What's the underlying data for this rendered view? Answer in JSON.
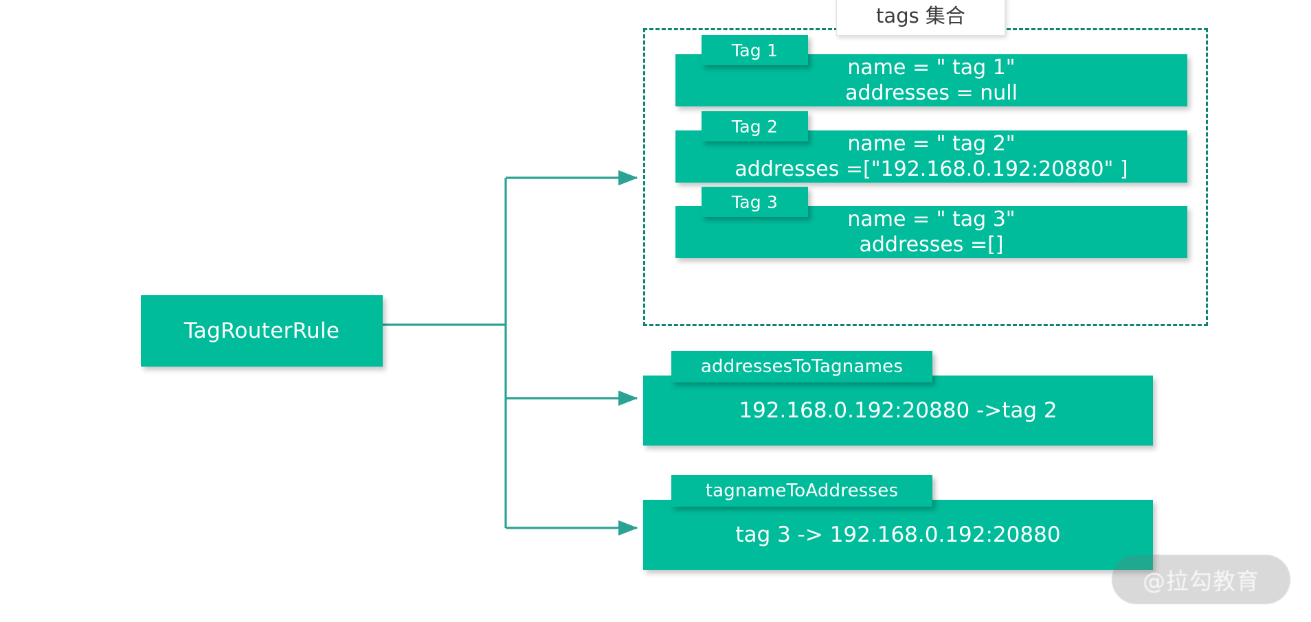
{
  "diagram": {
    "title_block": {
      "label": "TagRouterRule"
    },
    "tags_group": {
      "label": "tags 集合",
      "tags": [
        {
          "tab": "Tag 1",
          "lines": [
            "name = \" tag 1\"",
            "addresses = null"
          ]
        },
        {
          "tab": "Tag 2",
          "lines": [
            "name = \" tag 2\"",
            "addresses =[\"192.168.0.192:20880\" ]"
          ]
        },
        {
          "tab": "Tag 3",
          "lines": [
            "name = \" tag 3\"",
            "addresses =[]"
          ]
        }
      ]
    },
    "maps": [
      {
        "tab": "addressesToTagnames",
        "value": "192.168.0.192:20880 ->tag 2"
      },
      {
        "tab": "tagnameToAddresses",
        "value": "tag 3 -> 192.168.0.192:20880"
      }
    ],
    "watermark": "@拉勾教育",
    "colors": {
      "block_green": "#00BC9B",
      "dashed_border": "#0E8574",
      "connector": "#2AA394",
      "block_text": "#FFFFFF",
      "label_text": "#3C3C3C",
      "background": "#FFFFFF"
    }
  }
}
